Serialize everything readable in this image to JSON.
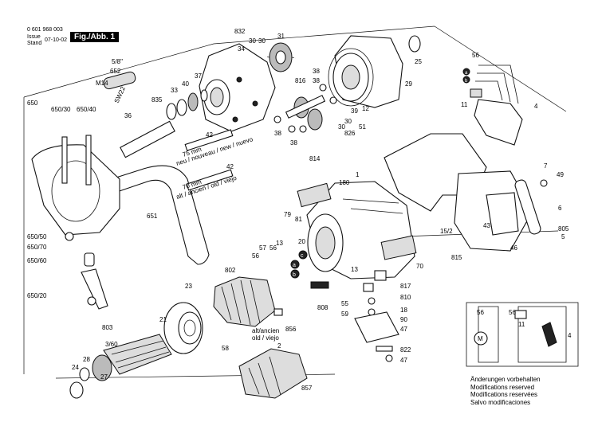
{
  "header": {
    "part_number": "0 601 968 003",
    "issue_label": "Issue",
    "stand_label": "Stand",
    "date": "07-10-02",
    "figure": "Fig./Abb. 1"
  },
  "notes": {
    "line1": "Änderungen vorbehalten",
    "line2": "Modifications reserved",
    "line3": "Modifications reservées",
    "line4": "Salvo modificaciones"
  },
  "tags": {
    "new_label": "neu / nouveau / new / nuevo",
    "new_length": "75 mm",
    "old_label": "alt / ancien / old / viejo",
    "old_length": "70 mm",
    "armature_old": "alt/ancien",
    "armature_old2": "old / viejo",
    "bit_size": "5/8\"",
    "thread": "M14",
    "wrench": "SW22"
  },
  "parts": {
    "p0": "832",
    "p1": "34",
    "p2": "30",
    "p3": "30",
    "p4": "31",
    "p5": "12",
    "p6": "25",
    "p7": "56",
    "p8": "4",
    "p9": "11",
    "p10": "652",
    "p11": "33",
    "p12": "40",
    "p13": "37",
    "p14": "835",
    "p15": "816",
    "p16": "38",
    "p17": "38",
    "p18": "39",
    "p19": "51",
    "p20": "30",
    "p21": "30",
    "p22": "29",
    "p23": "826",
    "p24": "650",
    "p25": "650/30",
    "p26": "650/40",
    "p27": "36",
    "p28": "42",
    "p29": "38",
    "p30": "38",
    "p31": "814",
    "p32": "42",
    "p33": "1",
    "p34": "180",
    "p35": "79",
    "p36": "81",
    "p37": "7",
    "p38": "49",
    "p39": "6",
    "p40": "805",
    "p41": "5",
    "p42": "651",
    "p43": "43",
    "p44": "15/2",
    "p45": "46",
    "p46": "815",
    "p47": "650/50",
    "p48": "650/70",
    "p49": "650/60",
    "p50": "650/20",
    "p51": "802",
    "p52": "56",
    "p53": "57",
    "p54": "56",
    "p55": "13",
    "p56": "20",
    "p57": "70",
    "p58": "13",
    "p59": "817",
    "p60": "810",
    "p61": "808",
    "p62": "55",
    "p63": "59",
    "p64": "18",
    "p65": "90",
    "p66": "47",
    "p67": "23",
    "p68": "21",
    "p69": "803",
    "p70": "58",
    "p71": "3/60",
    "p72": "28",
    "p73": "24",
    "p74": "27",
    "p75": "856",
    "p76": "2",
    "p77": "857",
    "p78": "822",
    "p79": "47"
  },
  "schematic": {
    "l1": "56",
    "l2": "56",
    "l3": "11",
    "l4": "4",
    "motor": "M"
  },
  "markers": {
    "a": "a",
    "b": "b",
    "c": "c"
  }
}
